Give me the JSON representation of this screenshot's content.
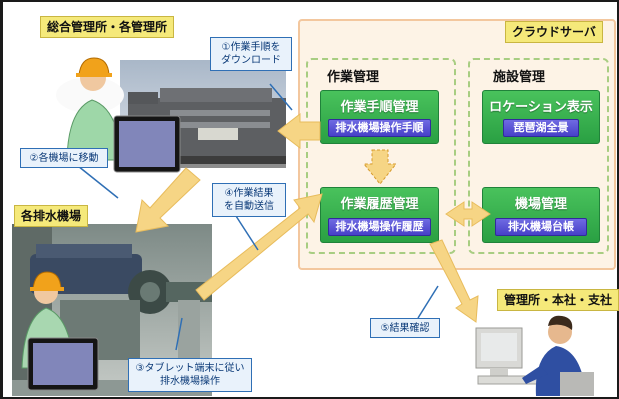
{
  "places": {
    "management": "総合管理所・各管理所",
    "pump_station": "各排水機場",
    "offices": "管理所・本社・支社",
    "cloud_server": "クラウドサーバ"
  },
  "steps": {
    "step1": [
      "①作業手順を",
      "ダウンロード"
    ],
    "step2": "②各機場に移動",
    "step3": [
      "③タブレット端末に従い",
      "排水機場操作"
    ],
    "step4": [
      "④作業結果",
      "を自動送信"
    ],
    "step5": "⑤結果確認"
  },
  "groups": {
    "work_management": "作業管理",
    "facility_management": "施設管理"
  },
  "modules": {
    "work_procedure": {
      "title": "作業手順管理",
      "item": "排水機場操作手順"
    },
    "work_history": {
      "title": "作業履歴管理",
      "item": "排水機場操作履歴"
    },
    "location": {
      "title": "ロケーション表示",
      "item": "琵琶湖全景"
    },
    "station": {
      "title": "機場管理",
      "item": "排水機場台帳"
    }
  },
  "colors": {
    "flow_arrow": "#f6d585",
    "module_green": "#2aa043",
    "module_item": "#4740c8",
    "callout_border": "#2f6fb5",
    "label_yellow": "#f5e97a",
    "cloud_bg": "#fdf3e6"
  },
  "icons": [
    "worker-helmet-icon",
    "tablet-icon",
    "building-icon",
    "pump-machinery-icon",
    "desktop-computer-icon",
    "office-worker-icon"
  ]
}
